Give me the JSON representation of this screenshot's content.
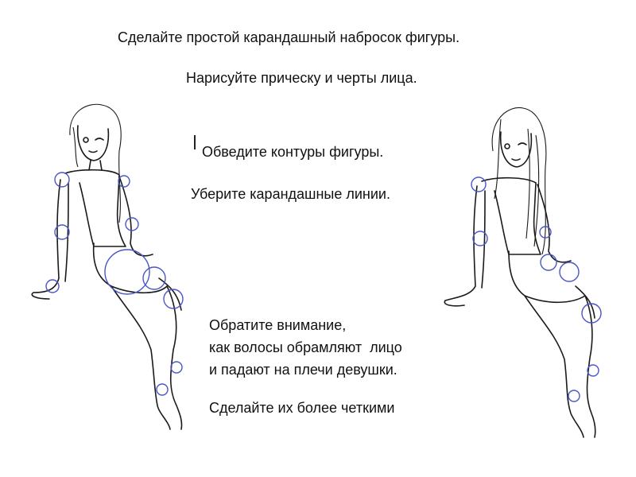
{
  "instructions": {
    "step1": "Сделайте простой карандашный набросок фигуры.",
    "step2": "Нарисуйте прическу и черты лица.",
    "step3": "Обведите контуры фигуры.",
    "step4": "Уберите карандашные линии.",
    "note_line1": "Обратите внимание,",
    "note_line2": "как волосы обрамляют  лицо",
    "note_line3": "и падают на плечи девушки.",
    "step5": "Сделайте их более четкими"
  },
  "colors": {
    "ink": "#1a1a1a",
    "guide_circles": "#4a56c8",
    "background": "#ffffff"
  }
}
